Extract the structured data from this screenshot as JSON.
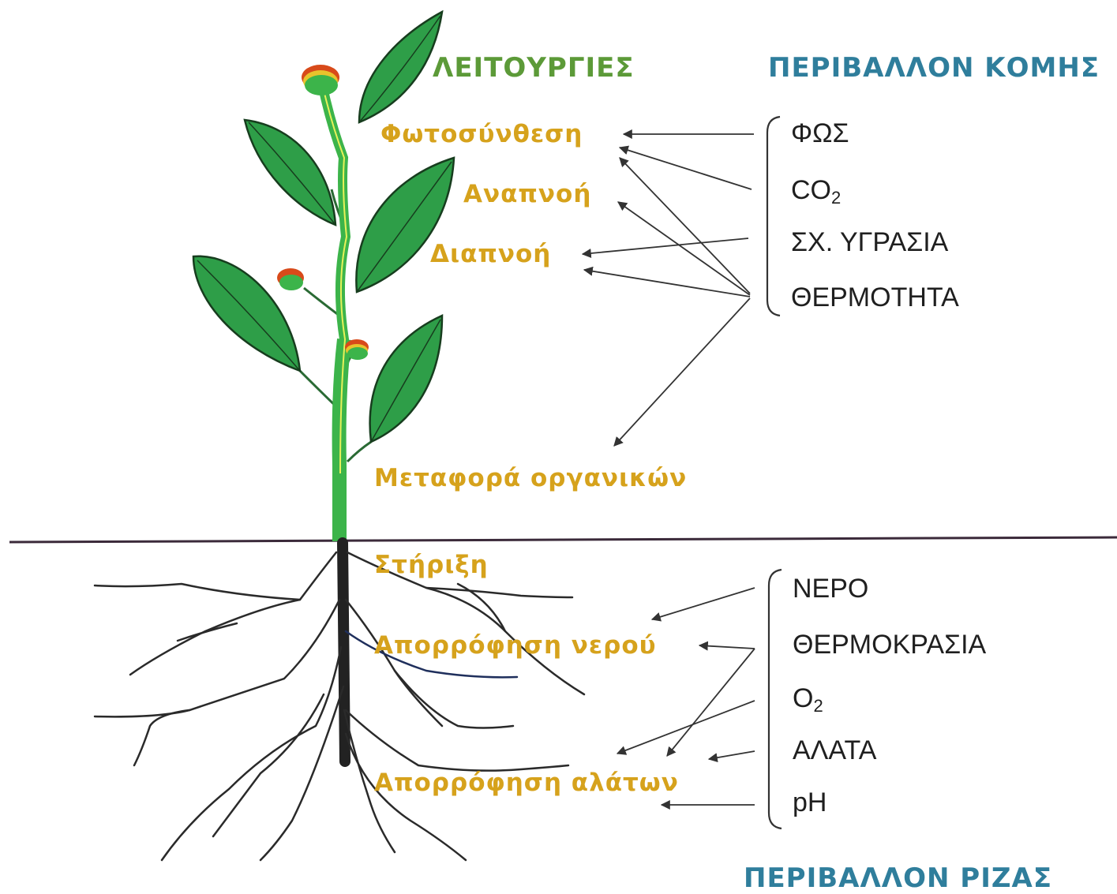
{
  "headers": {
    "functions": "ΛΕΙΤΟΥΡΓΙΕΣ",
    "crown_environment": "ΠΕΡΙΒΑΛΛΟΝ ΚΟΜΗΣ",
    "root_environment": "ΠΕΡΙΒΑΛΛΟΝ ΡΙΖΑΣ"
  },
  "functions": {
    "photosynthesis": "Φωτοσύνθεση",
    "respiration": "Αναπνοή",
    "transpiration": "Διαπνοή",
    "organic_transport": "Μεταφορά οργανικών",
    "support": "Στήριξη",
    "water_absorption": "Απορρόφηση νερού",
    "salt_absorption": "Απορρόφηση αλάτων"
  },
  "crown_factors": {
    "light": "ΦΩΣ",
    "co2_base": "CO",
    "co2_sub": "2",
    "humidity": "ΣΧ. ΥΓΡΑΣΙΑ",
    "heat": "ΘΕΡΜΟΤΗΤΑ"
  },
  "root_factors": {
    "water": "ΝΕΡΟ",
    "temperature": "ΘΕΡΜΟΚΡΑΣΙΑ",
    "o2_base": "O",
    "o2_sub": "2",
    "salts": "ΑΛΑΤΑ",
    "ph": "pH"
  },
  "colors": {
    "functions_header": "#5c9a38",
    "environment_header": "#2f7e9c",
    "function_text": "#d6a21c",
    "leaf_fill": "#2e9e48",
    "stem": "#3cb44a",
    "root_stem": "#222222",
    "flower_red": "#d84a1a",
    "ground_line": "#3b2a3a"
  }
}
